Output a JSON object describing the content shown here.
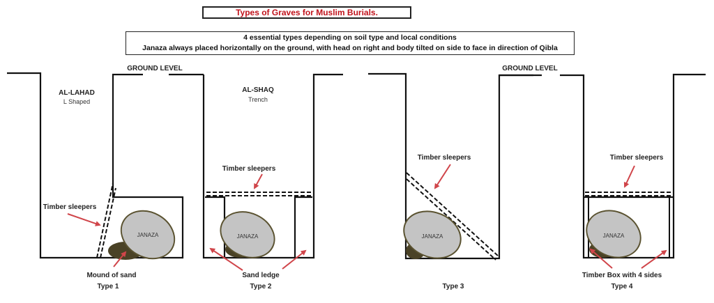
{
  "header": {
    "title": "Types of Graves for Muslim Burials.",
    "subtitle_line1": "4 essential types depending on soil type and local conditions",
    "subtitle_line2": "Janaza always placed horizontally on the ground, with head on right and body tilted on side to face in direction of Qibla"
  },
  "colors": {
    "title": "#c0121b",
    "arrow": "#d0454a",
    "janaza_fill": "#c4c4c4",
    "janaza_stroke": "#5a5230",
    "mound": "#4a4226",
    "line": "#111111"
  },
  "labels": {
    "ground_level": "GROUND LEVEL",
    "janaza": "JANAZA",
    "timber_sleepers": "Timber sleepers"
  },
  "graves": [
    {
      "type_label": "Type 1",
      "name": "AL-LAHAD",
      "subname": "L Shaped",
      "caption": "Mound of sand"
    },
    {
      "type_label": "Type 2",
      "name": "AL-SHAQ",
      "subname": "Trench",
      "caption": "Sand ledge"
    },
    {
      "type_label": "Type 3",
      "name": "",
      "subname": "",
      "caption": ""
    },
    {
      "type_label": "Type 4",
      "name": "",
      "subname": "",
      "caption": "Timber Box with 4 sides"
    }
  ]
}
